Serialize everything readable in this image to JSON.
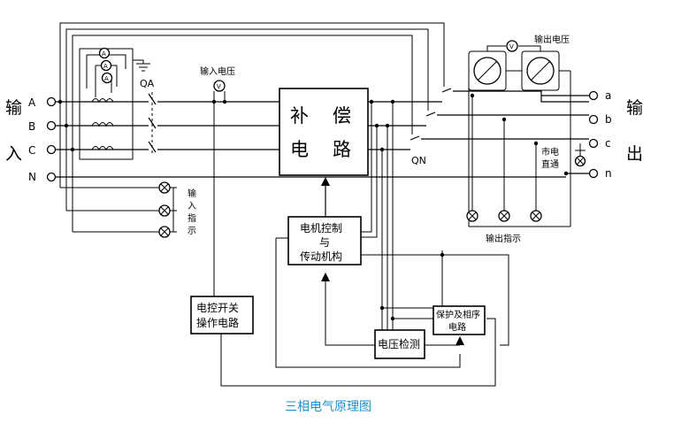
{
  "input": {
    "side_label_1": "输",
    "side_label_2": "入",
    "phases": [
      "A",
      "B",
      "C",
      "N"
    ]
  },
  "output": {
    "side_label_1": "输",
    "side_label_2": "出",
    "phases": [
      "a",
      "b",
      "c",
      "n"
    ]
  },
  "breakers": {
    "input": "QA",
    "output": "QN"
  },
  "meters": {
    "input_voltage_label": "输入电压",
    "output_voltage_label": "输出电压",
    "ammeter_symbol": "A",
    "voltmeter_symbol": "V"
  },
  "compensation_block": {
    "chars": [
      "补",
      "偿",
      "电",
      "路"
    ]
  },
  "motor_block": {
    "line1": "电机控制",
    "line2": "与",
    "line3": "传动机构"
  },
  "switch_block": {
    "line1": "电控开关",
    "line2": "操作电路"
  },
  "voltage_detect_block": {
    "label": "电压检测"
  },
  "protection_block": {
    "line1": "保护及相序",
    "line2": "电路"
  },
  "input_indicator": {
    "line1": "输",
    "line2": "入",
    "line3": "指",
    "line4": "示"
  },
  "output_indicator_label": "输出指示",
  "mains_direct": {
    "line1": "市电",
    "line2": "直通"
  },
  "caption": "三相电气原理图"
}
